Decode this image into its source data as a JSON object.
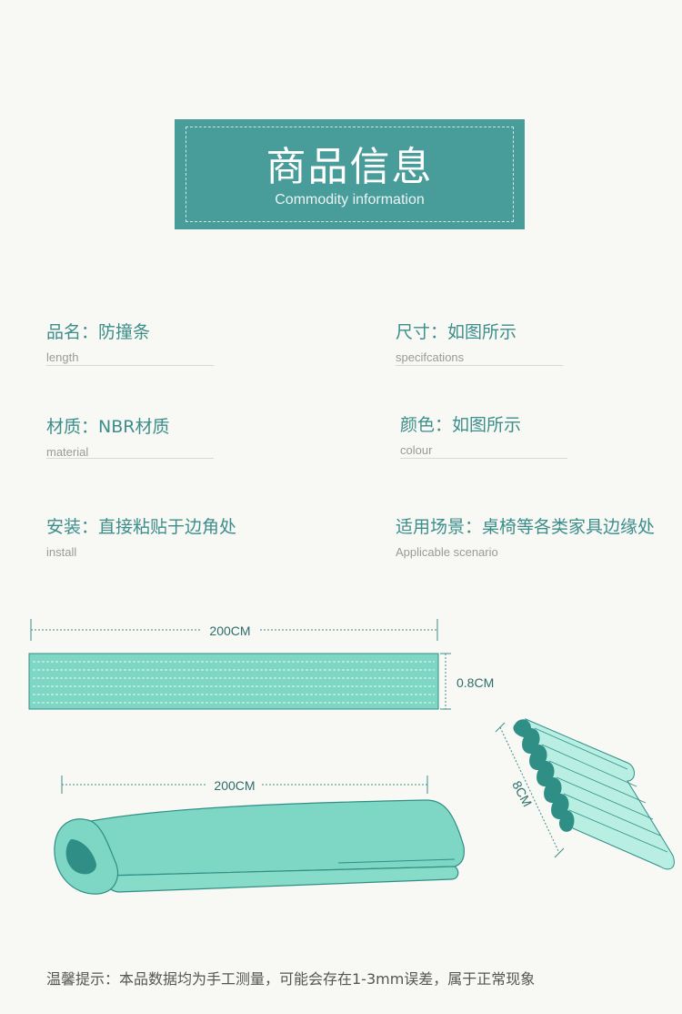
{
  "header": {
    "title": "商品信息",
    "subtitle": "Commodity information"
  },
  "specs": [
    {
      "label": "品名：防撞条",
      "en": "length"
    },
    {
      "label": "尺寸：如图所示",
      "en": "specifcations"
    },
    {
      "label": "材质：NBR材质",
      "en": "material"
    },
    {
      "label": "颜色：如图所示",
      "en": "colour"
    },
    {
      "label": "安装：直接粘贴于边角处",
      "en": "install"
    },
    {
      "label": "适用场景：桌椅等各类家具边缘处",
      "en": "Applicable scenario"
    }
  ],
  "diagram": {
    "flat_length": "200CM",
    "flat_height": "0.8CM",
    "roll_length": "200CM",
    "side_width": "8CM"
  },
  "colors": {
    "accent": "#489c9a",
    "strip": "#7dd7c4",
    "strip_dark": "#2f8f86",
    "strip_light": "#b9efe3"
  },
  "footnote": "温馨提示：本品数据均为手工测量，可能会存在1-3mm误差，属于正常现象"
}
